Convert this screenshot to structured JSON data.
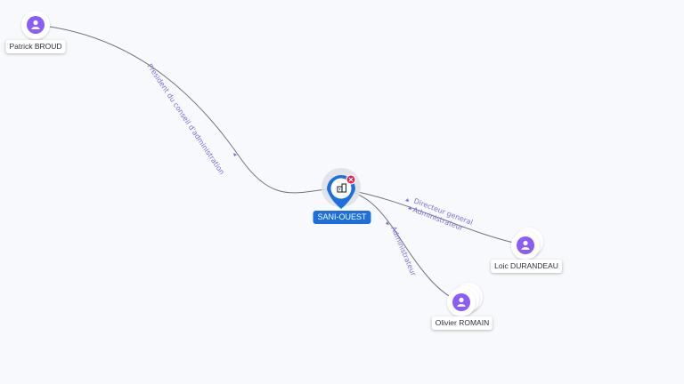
{
  "company": {
    "name": "SANI-OUEST",
    "icon": "building-icon",
    "status_icon": "close-icon"
  },
  "people": [
    {
      "name": "Patrick BROUD"
    },
    {
      "name": "Loic DURANDEAU"
    },
    {
      "name": "Olivier ROMAIN"
    }
  ],
  "relations": [
    {
      "label": "President du conseil d'administration"
    },
    {
      "label": "Directeur general"
    },
    {
      "label": "Administrateur"
    },
    {
      "label": "Administrateur"
    }
  ],
  "colors": {
    "person": "#8b5cf6",
    "company": "#1d6fe0",
    "edge_label": "#7a6fd6",
    "alert": "#e0244b"
  }
}
